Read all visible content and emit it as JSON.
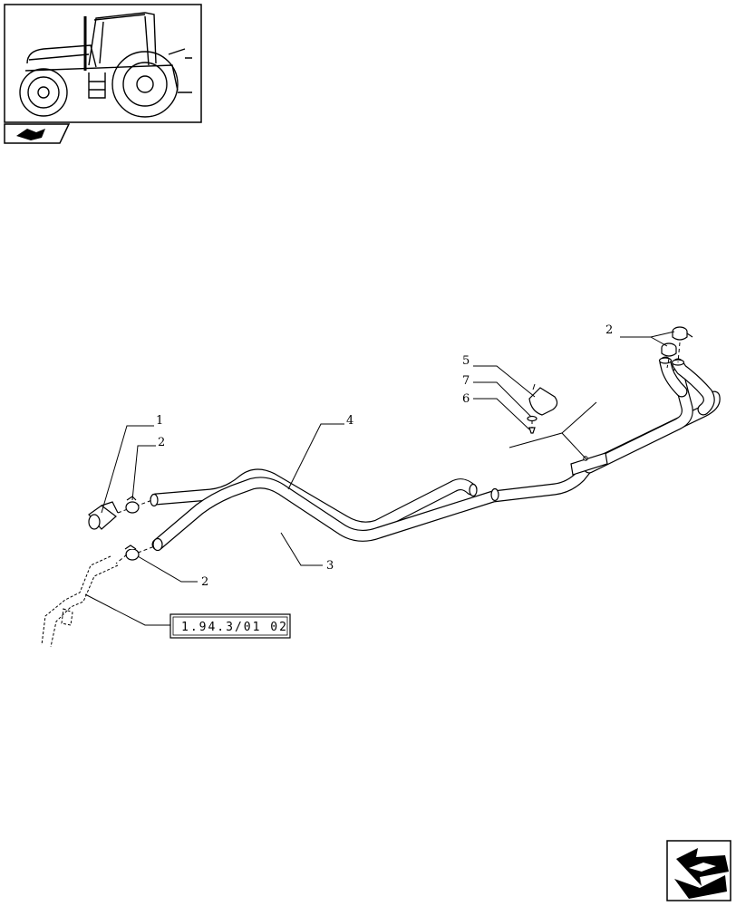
{
  "parts": [
    {
      "id": "part-1",
      "callout": "1"
    },
    {
      "id": "part-2-top-right",
      "callout": "2"
    },
    {
      "id": "part-2-left-upper",
      "callout": "2"
    },
    {
      "id": "part-2-left-lower",
      "callout": "2"
    },
    {
      "id": "part-3",
      "callout": "3"
    },
    {
      "id": "part-4",
      "callout": "4"
    },
    {
      "id": "part-5",
      "callout": "5"
    },
    {
      "id": "part-6",
      "callout": "6"
    },
    {
      "id": "part-7",
      "callout": "7"
    }
  ],
  "reference": {
    "label": "1.94.3/01 02"
  },
  "icons": {
    "thumbnail": "tractor-icon",
    "section_badge": "section-badge-icon",
    "navigation": "next-page-arrow-icon"
  }
}
